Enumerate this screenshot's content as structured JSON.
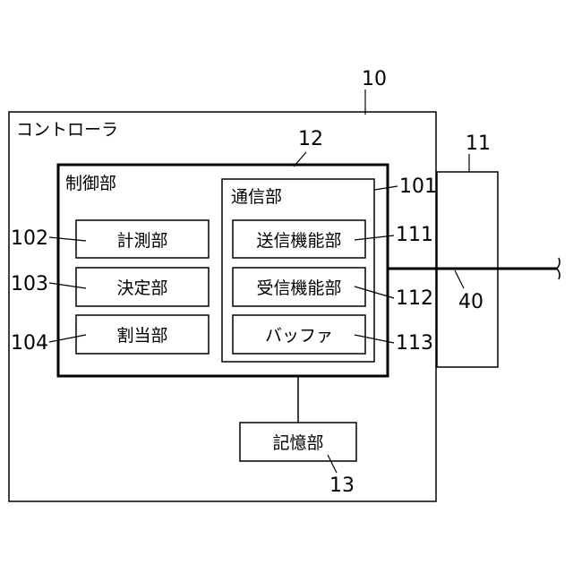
{
  "diagram": {
    "controller": {
      "label": "コントローラ",
      "ref": "10"
    },
    "external_unit": {
      "ref": "11"
    },
    "control_block": {
      "ref": "12"
    },
    "control_unit": {
      "label": "制御部"
    },
    "measure_unit": {
      "label": "計測部",
      "ref": "102"
    },
    "decide_unit": {
      "label": "決定部",
      "ref": "103"
    },
    "assign_unit": {
      "label": "割当部",
      "ref": "104"
    },
    "comm_unit": {
      "label": "通信部",
      "ref": "101"
    },
    "tx_unit": {
      "label": "送信機能部",
      "ref": "111"
    },
    "rx_unit": {
      "label": "受信機能部",
      "ref": "112"
    },
    "buffer_unit": {
      "label": "バッファ",
      "ref": "113"
    },
    "storage_unit": {
      "label": "記憶部",
      "ref": "13"
    },
    "line": {
      "ref": "40"
    }
  }
}
